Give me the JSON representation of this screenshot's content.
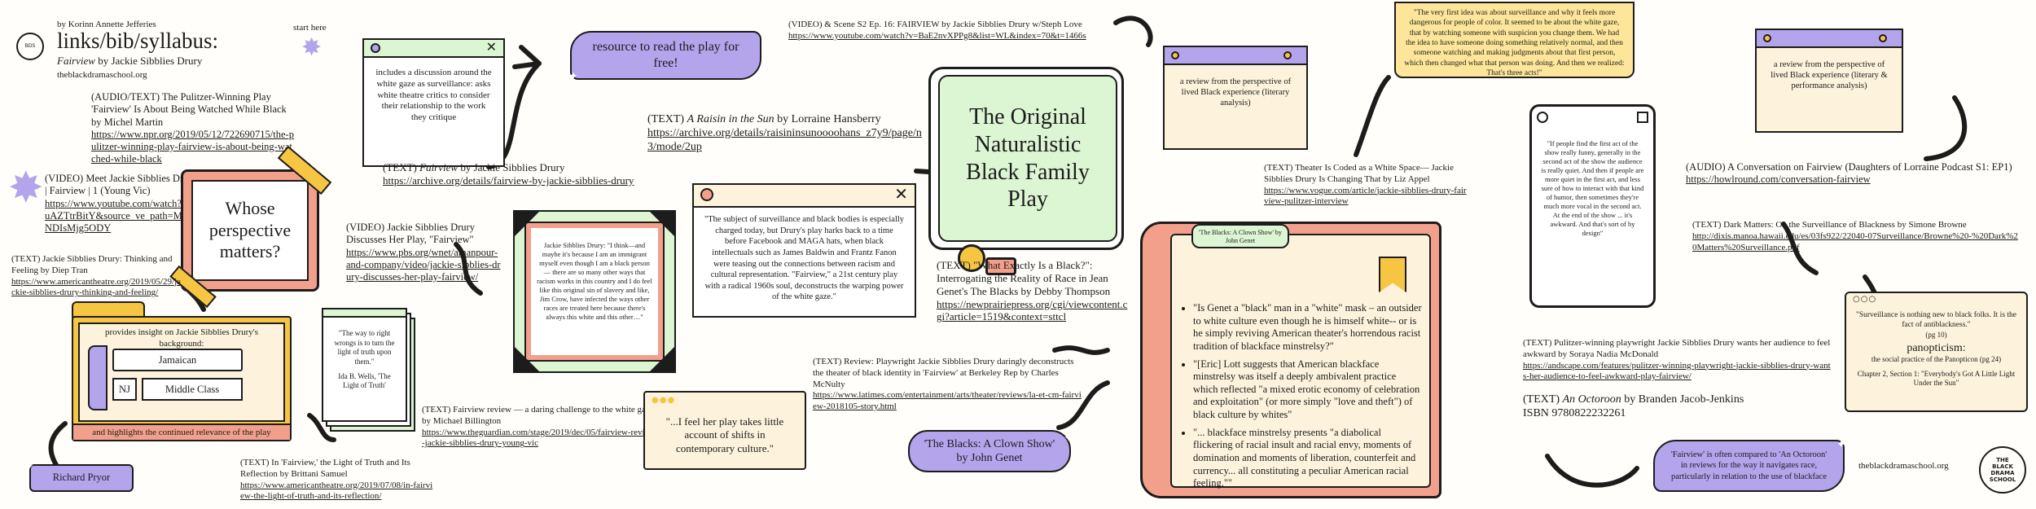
{
  "header": {
    "byline": "by Korinn Annette Jefferies",
    "title": "links/bib/syllabus:",
    "subtitle_italic": "Fairview",
    "subtitle_rest": " by Jackie Sibblies Drury",
    "site": "theblackdramaschool.org",
    "start_here": "start here"
  },
  "left": {
    "npr": "(AUDIO/TEXT) The Pulitzer-Winning Play 'Fairview' Is About Being Watched While Black by Michel Martin",
    "npr_url": "https://www.npr.org/2019/05/12/722690715/the-pulitzer-winning-play-fairview-is-about-being-watched-while-black",
    "yt1": "(VIDEO) Meet Jackie Sibblies Drury | Fairview | 1 (Young Vic)",
    "yt1_url": "https://www.youtube.com/watch?v=uuAZTtrBitY&source_ve_path=MzY4NDIsMjg5ODY",
    "whose": "Whose perspective matters?",
    "at_thinking": "(TEXT) Jackie Sibblies Drury: Thinking and Feeling by Diep Tran",
    "at_thinking_url": "https://www.americantheatre.org/2019/05/29/jackie-sibblies-drury-thinking-and-feeling/",
    "folder_top": "provides insight on Jackie Sibblies Drury's background:",
    "tag_jamaican": "Jamaican",
    "tag_nj": "NJ",
    "tag_middle": "Middle Class",
    "folder_bottom": "and highlights the continued relevance of the play",
    "pryor": "Richard Pryor"
  },
  "col2": {
    "card_text": "includes a discussion around the white gaze as surveillance: asks white theatre critics to consider their relationship to the work they critique",
    "pill_text": "resource to read the play for free!",
    "archive_label_pre": "(TEXT) ",
    "archive_label_italic": "Fairview",
    "archive_label_post": " by Jackie Sibblies Drury",
    "archive_url": "https://archive.org/details/fairview-by-jackie-sibblies-drury",
    "pbs": "(VIDEO) Jackie Sibblies Drury Discusses Her Play, \"Fairview\"",
    "pbs_url": "https://www.pbs.org/wnet/amanpour-and-company/video/jackie-sibblies-drury-discusses-her-play-fairview/",
    "quote_frame": "Jackie Sibblies Drury: \"I think—and maybe it's because I am an immigrant myself even though I am a black person— there are so many other ways that racism works in this country and I do feel like this original sin of slavery and like, Jim Crow, have infected the ways other races are treated here because there's always this white and this other…\"",
    "green_quote": "\"The way to right wrongs is to turn the light of truth upon them.\"",
    "green_attr": "Ida B. Wells, 'The Light of Truth'",
    "at_light": "(TEXT) In 'Fairview,' the Light of Truth and Its Reflection by Brittani Samuel",
    "at_light_url": "https://www.americantheatre.org/2019/07/08/in-fairview-the-light-of-truth-and-its-reflection/",
    "guardian": "(TEXT) Fairview review — a daring challenge to the white gaze by Michael Billington",
    "guardian_url": "https://www.theguardian.com/stage/2019/dec/05/fairview-review-jackie-sibblies-drury-young-vic"
  },
  "col3": {
    "yt2": "(VIDEO) & Scene S2 Ep. 16: FAIRVIEW by Jackie Sibblies Drury w/Steph Love",
    "yt2_url": "https://www.youtube.com/watch?v=BaE2nvXPPg8&list=WL&index=70&t=1466s",
    "raisin_pre": "(TEXT) ",
    "raisin_italic": "A Raisin in the Sun",
    "raisin_post": " by Lorraine Hansberry",
    "raisin_url": "https://archive.org/details/raisininsunoooohans_z7y9/page/n3/mode/2up",
    "window_quote": "\"The subject of surveillance and black bodies is especially charged today, but Drury's play harks back to a time before Facebook and MAGA hats, when black intellectuals such as James Baldwin and Frantz Fanon were teasing out the connections between racism and cultural representation. \"Fairview,\" a 21st century play with a radical 1960s soul, deconstructs the warping power of the white gaze.\"",
    "small_quote": "\"...I feel her play takes little account of shifts in contemporary culture.\"",
    "latimes": "(TEXT) Review: Playwright Jackie Sibblies Drury daringly deconstructs the theater of black identity in 'Fairview' at Berkeley Rep by Charles McNulty",
    "latimes_url": "https://www.latimes.com/entertainment/arts/theater/reviews/la-et-cm-fairview-2018105-story.html"
  },
  "center": {
    "original": "The Original Naturalistic Black Family Play",
    "black_q": "(TEXT) \"What Exactly Is a Black?\": Interrogating the Reality of Race in Jean Genet's The Blacks by Debby Thompson",
    "black_q_url": "https://newprairiepress.org/cgi/viewcontent.cgi?article=1519&context=sttcl",
    "genet_pill": "'The Blacks: A Clown Show' by John Genet",
    "book_title": "'The Blacks: A Clown Show' by John Genet",
    "bullets": [
      "\"Is Genet a \"black\" man in a \"white\" mask – an outsider to white culture even though he is himself white-- or is he simply reviving American theater's horrendous racist tradition of blackface minstrelsy?\"",
      "\"[Eric] Lott suggests that American blackface minstrelsy was itself a deeply ambivalent practice which reflected \"a mixed erotic economy of celebration and exploitation\" (or more simply \"love and theft\") of black culture by whites\"",
      "\"... blackface minstrelsy presents \"a diabolical flickering of racial insult and racial envy, moments of domination and moments of liberation, counterfeit and currency... all constituting a peculiar American racial feeling.\"\""
    ]
  },
  "right": {
    "review_card1": "a review from the perspective of lived Black experience (literary analysis)",
    "yellow_quote": "\"The very first idea was about surveillance and why it feels more dangerous for people of color. It seemed to be about the white gaze, that by watching someone with suspicion you change them. We had the idea to have someone doing something relatively normal, and then someone watching and making judgments about that first person, which then changed what that person was doing. And then we realized: That's three acts!\"",
    "vogue": "(TEXT) Theater Is Coded as a White Space— Jackie Sibblies Drury Is Changing That by Liz Appel",
    "vogue_url": "https://www.vogue.com/article/jackie-sibblies-drury-fairview-pulitzer-interview",
    "phone_quote": "\"If people find the first act of the show really funny, generally in the second act of the show the audience is really quiet. And then if people are more quiet in the first act, and less sure of how to interact with that kind of humor, then sometimes they're much more vocal in the second act. At the end of the show ... it's awkward. And that's sort of by design\"",
    "review_card2": "a review from the perspective of lived Black experience (literary & performance analysis)",
    "podcast": "(AUDIO) A Conversation on Fairview (Daughters of Lorraine Podcast S1: EP1)",
    "podcast_url": "https://howlround.com/conversation-fairview",
    "dark": "(TEXT) Dark Matters: On the Surveillance of Blackness by Simone Browne",
    "dark_url": "http://dixis.manoa.hawaii.edu/es/03fs922/22040-07Surveillance/Browne%20-%20Dark%20Matters%20Surveillance.pdf",
    "surv_quote": "\"Surveillance is nothing new to black folks. It is the fact of antiblackness.\"",
    "surv_pg": "(pg 10)",
    "panop": "panopticism:",
    "panop_def": "the social practice of the Panopticon (pg 24)",
    "chapter": "Chapter 2, Section 1: \"Everybody's Got A Little Light Under the Sun\"",
    "andscape": "(TEXT) Pulitzer-winning playwright Jackie Sibblies Drury wants her audience to feel awkward by Soraya Nadia McDonald",
    "andscape_url": "https://andscape.com/features/pulitzer-winning-playwright-jackie-sibblies-drury-wants-her-audience-to-feel-awkward-play-fairview/",
    "octoroon_pre": "(TEXT) ",
    "octoroon_italic": "An Octoroon",
    "octoroon_post": " by Branden Jacob-Jenkins",
    "isbn": "ISBN 9780822232261",
    "octoroon_pill": "'Fairview' is often compared to 'An Octoroon' in reviews for the way it navigates race, particularly in relation to the use of blackface",
    "footer_site": "theblackdramaschool.org",
    "seal_text": "THE BLACK DRAMA SCHOOL"
  },
  "colors": {
    "purple": "#b3a4ec",
    "green": "#dcf5d2",
    "cream": "#fdf3dc",
    "yellow": "#fde59a",
    "salmon": "#f2a08c",
    "gold": "#f6c643"
  }
}
